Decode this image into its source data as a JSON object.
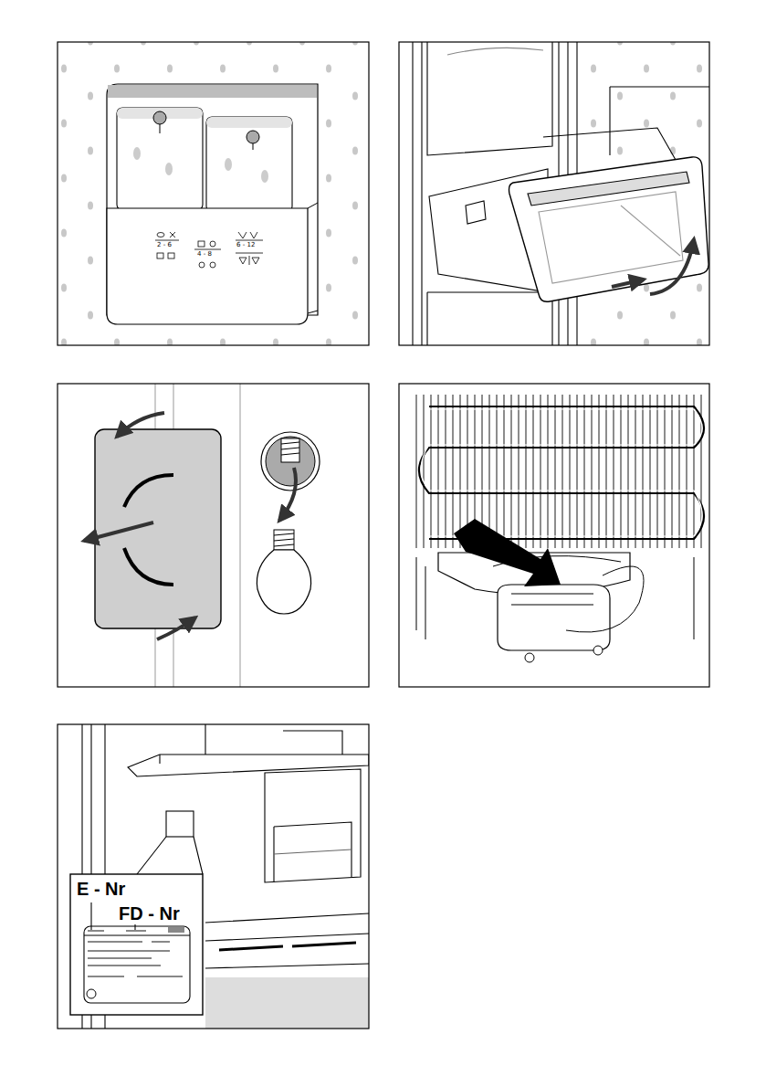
{
  "diagram": {
    "labels": [
      "2 - 6",
      "4 - 8",
      "6 - 12",
      "E - Nr",
      "FD - Nr"
    ]
  }
}
